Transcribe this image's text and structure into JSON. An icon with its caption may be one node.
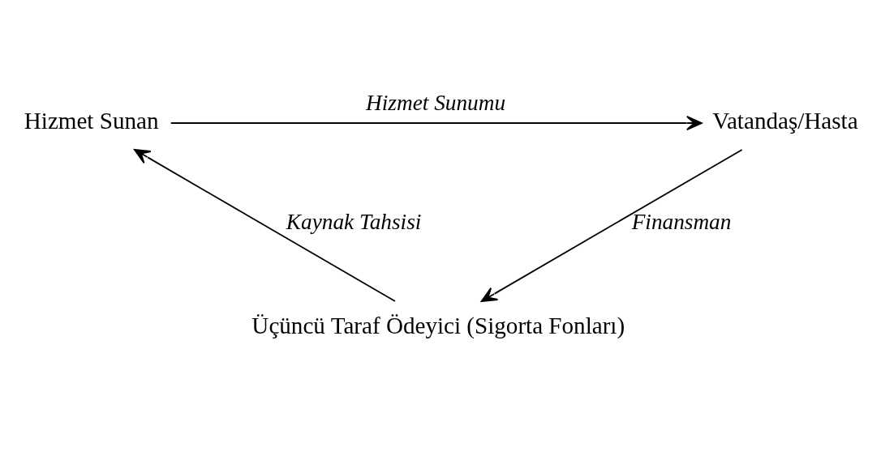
{
  "diagram": {
    "nodes": [
      {
        "text": [
          "Vatandaş/Hasta"
        ]
      },
      {
        "text": [
          "Hizmet Sunan"
        ]
      },
      {
        "text": [
          "Üçüncü Taraf Ödeyici (Sigorta Fonları)"
        ]
      }
    ],
    "edges": [
      {
        "from": 1,
        "to": 0,
        "arrow": "to",
        "label": "Hizmet Sunumu"
      },
      {
        "from": 0,
        "to": 2,
        "arrow": "to",
        "label": "Finansman"
      },
      {
        "from": 2,
        "to": 1,
        "arrow": "to",
        "label": "Kaynak Tahsisi"
      }
    ]
  }
}
